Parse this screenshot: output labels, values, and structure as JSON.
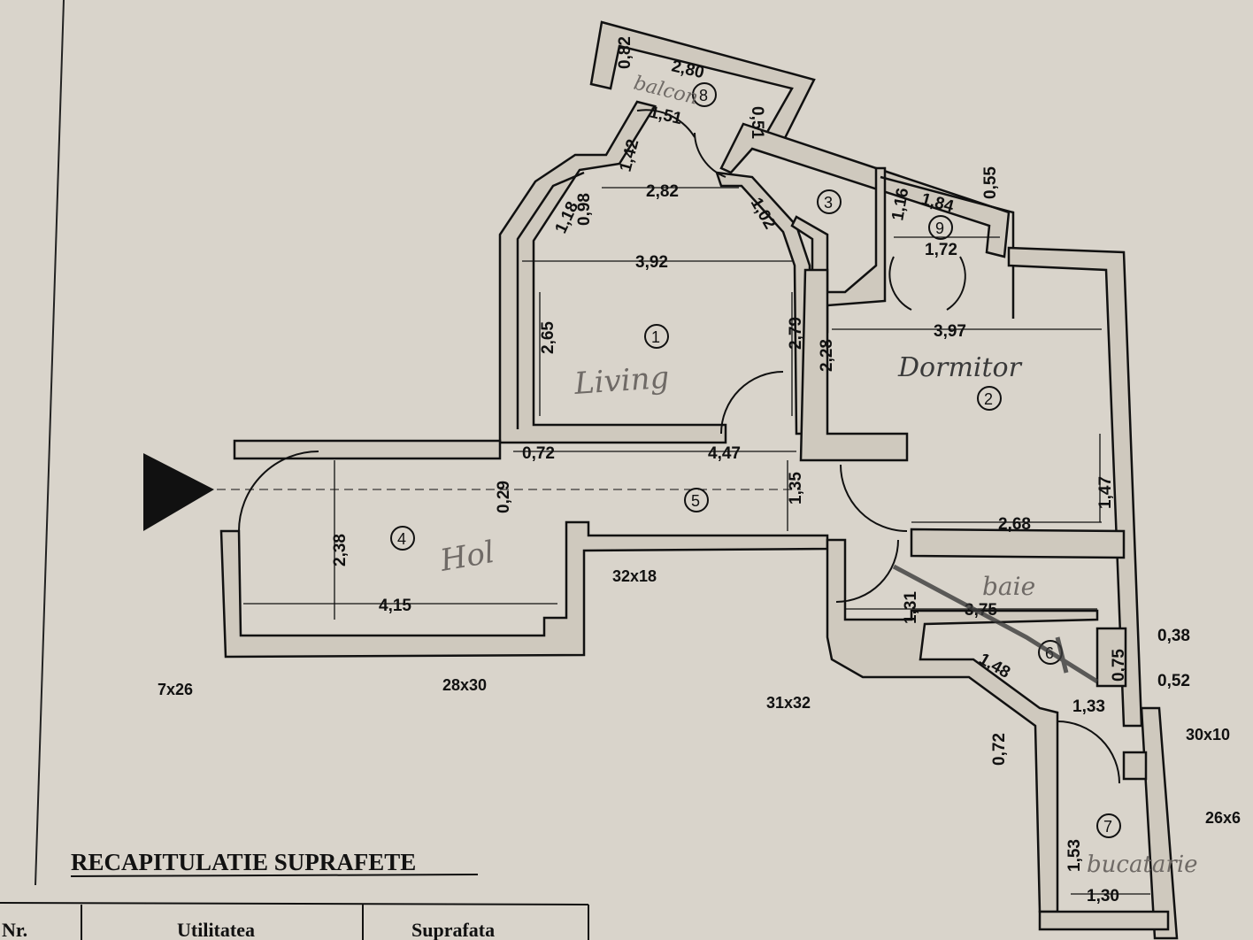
{
  "rooms": [
    {
      "number": "1",
      "label": "Living"
    },
    {
      "number": "2",
      "label": "Dormitor"
    },
    {
      "number": "3",
      "label": ""
    },
    {
      "number": "4",
      "label": "Hol"
    },
    {
      "number": "5",
      "label": ""
    },
    {
      "number": "6",
      "label": "baie"
    },
    {
      "number": "7",
      "label": "bucatarie"
    },
    {
      "number": "8",
      "label": "balcon"
    },
    {
      "number": "9",
      "label": ""
    }
  ],
  "dimensions": [
    "0,82",
    "2,80",
    "1,51",
    "0,51",
    "1,42",
    "2,82",
    "1,18",
    "0,98",
    "1,02",
    "3,92",
    "2,65",
    "2,79",
    "1,16",
    "1,84",
    "0,55",
    "1,72",
    "3,97",
    "2,28",
    "0,72",
    "4,47",
    "0,29",
    "1,35",
    "2,38",
    "4,15",
    "1,47",
    "2,68",
    "1,31",
    "3,75",
    "1,48",
    "0,38",
    "0,75",
    "0,52",
    "1,33",
    "0,72",
    "1,53",
    "1,30"
  ],
  "notes": [
    "32x18",
    "7x26",
    "28x30",
    "31x32",
    "30x10",
    "26x6"
  ],
  "table": {
    "title": "RECAPITULATIE SUPRAFETE",
    "headers": [
      "Nr.",
      "Utilitatea",
      "Suprafata"
    ]
  }
}
